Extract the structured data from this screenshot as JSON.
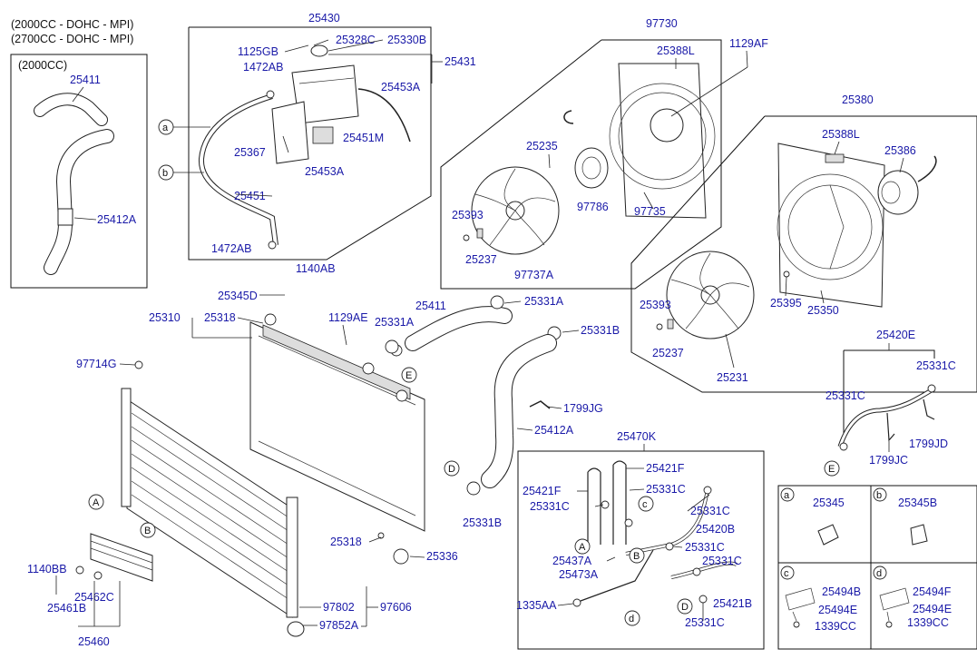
{
  "header": {
    "line1": "(2000CC - DOHC - MPI)",
    "line2": "(2700CC - DOHC - MPI)",
    "box_2000cc": "(2000CC)"
  },
  "labels": {
    "p25430": "25430",
    "p1125GB": "1125GB",
    "p25328C": "25328C",
    "p25330B": "25330B",
    "p1472AB_top": "1472AB",
    "p25431": "25431",
    "p25453A": "25453A",
    "p25451M": "25451M",
    "p25367": "25367",
    "p25453A_b": "25453A",
    "p25451": "25451",
    "p1472AB_bot": "1472AB",
    "p1140AB": "1140AB",
    "p25411_left": "25411",
    "p25412A_left": "25412A",
    "p97730": "97730",
    "p25388L_1": "25388L",
    "p1129AF": "1129AF",
    "p25235": "25235",
    "p97786": "97786",
    "p97735": "97735",
    "p25393_1": "25393",
    "p25237_1": "25237",
    "p97737A": "97737A",
    "p25380": "25380",
    "p25388L_2": "25388L",
    "p25386": "25386",
    "p25395": "25395",
    "p25350": "25350",
    "p25393_2": "25393",
    "p25237_2": "25237",
    "p25231": "25231",
    "p25345D": "25345D",
    "p25310": "25310",
    "p25318_top": "25318",
    "p1129AE": "1129AE",
    "p25331A_1": "25331A",
    "p25411_mid": "25411",
    "p25331A_2": "25331A",
    "p25331B_1": "25331B",
    "p97714G": "97714G",
    "p1799JG": "1799JG",
    "p25412A_mid": "25412A",
    "p25331B_2": "25331B",
    "p25318_bot": "25318",
    "p25336": "25336",
    "p97802": "97802",
    "p97606": "97606",
    "p97852A": "97852A",
    "p1140BB": "1140BB",
    "p25462C": "25462C",
    "p25461B": "25461B",
    "p25460": "25460",
    "p25470K": "25470K",
    "p25421F_1": "25421F",
    "p25421F_2": "25421F",
    "p25331C_1": "25331C",
    "p25331C_2": "25331C",
    "p25331C_3": "25331C",
    "p25420B": "25420B",
    "p25437A": "25437A",
    "p25473A": "25473A",
    "p25331C_4": "25331C",
    "p25331C_5": "25331C",
    "p1335AA": "1335AA",
    "p25421B": "25421B",
    "p25331C_6": "25331C",
    "p25420E": "25420E",
    "p25331C_7": "25331C",
    "p25331C_8": "25331C",
    "p1799JC": "1799JC",
    "p1799JD": "1799JD",
    "p25345": "25345",
    "p25345B": "25345B",
    "p25494B": "25494B",
    "p25494E_1": "25494E",
    "p1339CC_1": "1339CC",
    "p25494F": "25494F",
    "p25494E_2": "25494E",
    "p1339CC_2": "1339CC"
  },
  "callouts": {
    "a": "a",
    "b": "b",
    "c": "c",
    "d": "d",
    "A": "A",
    "B": "B",
    "D": "D",
    "E": "E"
  }
}
